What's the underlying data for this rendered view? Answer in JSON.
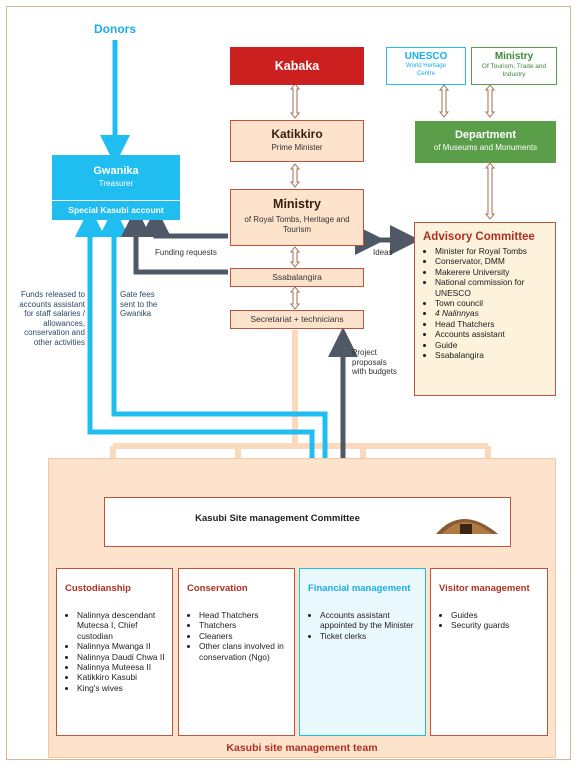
{
  "donors": "Donors",
  "kabaka": "Kabaka",
  "katikkiro": {
    "title": "Katikkiro",
    "subtitle": "Prime Minister"
  },
  "ministry": {
    "title": "Ministry",
    "subtitle": "of Royal Tombs, Heritage and Tourism"
  },
  "ssabalangira": "Ssabalangira",
  "secretariat": "Secretariat + technicians",
  "unesco": {
    "title": "UNESCO",
    "subtitle": "World Heritage Centre"
  },
  "ministry_tourism": {
    "title": "Ministry",
    "subtitle": "Of Tourism, Trade and Industry"
  },
  "department": {
    "title": "Department",
    "subtitle": "of Museums and Monuments"
  },
  "gwanika": {
    "title": "Gwanika",
    "subtitle": "Treasurer",
    "account": "Special Kasubi account"
  },
  "advisory": {
    "title": "Advisory Committee",
    "members": [
      "Minister for Royal Tombs",
      "Conservator, DMM",
      "Makerere University",
      "National commission for UNESCO",
      "Town council",
      "4 Nalinnyas",
      "Head Thatchers",
      "Accounts assistant",
      "Guide",
      "Ssabalangira"
    ]
  },
  "labels": {
    "funding_requests": "Funding requests",
    "ideas": "Ideas",
    "funds_released": "Funds released to accounts assistant for staff salaries / allowances, conservation and other activities",
    "gate_fees": "Gate fees sent to the Gwanika",
    "project_proposals": "Project proposals with budgets"
  },
  "site_committee": "Kasubi Site management Committee",
  "team_title": "Kasubi site management team",
  "panels": [
    {
      "title": "Custodianship",
      "items": [
        "Nalinnya descendant Mutecsa I, Chief custodian",
        "Nalinnya Mwanga II",
        "Nalinnya Daudi Chwa II",
        "Nalinnya Muteesa II",
        "Katikkiro Kasubi",
        "King's wives"
      ]
    },
    {
      "title": "Conservation",
      "items": [
        "Head Thatchers",
        "Thatchers",
        "Cleaners",
        "Other clans involved in conservation (Ngo)"
      ]
    },
    {
      "title": "Financial management",
      "items": [
        "Accounts assistant appointed by the Minister",
        "Ticket clerks"
      ]
    },
    {
      "title": "Visitor management",
      "items": [
        "Guides",
        "Security guards"
      ]
    }
  ],
  "colors": {
    "cyan": "#20bdf0",
    "dark_arrow": "#4e5866",
    "kabaka_red": "#cc2020",
    "green": "#5a9e4a",
    "peach": "#fde3cc",
    "border_red": "#c0533b"
  }
}
